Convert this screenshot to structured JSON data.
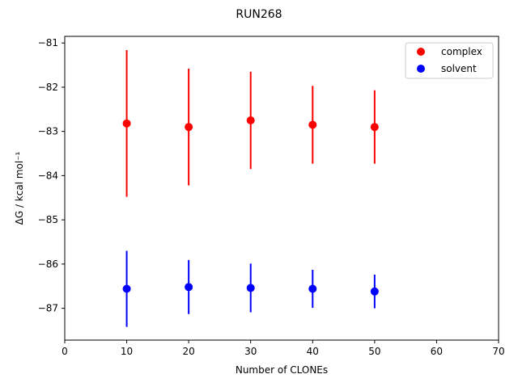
{
  "chart_data": {
    "type": "scatter",
    "title": "RUN268",
    "xlabel": "Number of CLONEs",
    "ylabel": "ΔG / kcal mol⁻¹",
    "xlim": [
      0,
      70
    ],
    "ylim": [
      -87.72,
      -80.85
    ],
    "x_ticks": [
      0,
      10,
      20,
      30,
      40,
      50,
      60,
      70
    ],
    "y_ticks": [
      -81,
      -82,
      -83,
      -84,
      -85,
      -86,
      -87
    ],
    "tick_labels_x": [
      "0",
      "10",
      "20",
      "30",
      "40",
      "50",
      "60",
      "70"
    ],
    "tick_labels_y": [
      "−81",
      "−82",
      "−83",
      "−84",
      "−85",
      "−86",
      "−87"
    ],
    "grid": false,
    "legend_position": "top-right",
    "series": [
      {
        "name": "complex",
        "color": "#ff0000",
        "points": [
          {
            "x": 10,
            "y": -82.82,
            "err": 1.66
          },
          {
            "x": 20,
            "y": -82.9,
            "err": 1.32
          },
          {
            "x": 30,
            "y": -82.75,
            "err": 1.1
          },
          {
            "x": 40,
            "y": -82.85,
            "err": 0.88
          },
          {
            "x": 50,
            "y": -82.9,
            "err": 0.83
          }
        ]
      },
      {
        "name": "solvent",
        "color": "#0000ff",
        "points": [
          {
            "x": 10,
            "y": -86.56,
            "err": 0.86
          },
          {
            "x": 20,
            "y": -86.52,
            "err": 0.61
          },
          {
            "x": 30,
            "y": -86.54,
            "err": 0.55
          },
          {
            "x": 40,
            "y": -86.56,
            "err": 0.43
          },
          {
            "x": 50,
            "y": -86.62,
            "err": 0.38
          }
        ]
      }
    ]
  }
}
